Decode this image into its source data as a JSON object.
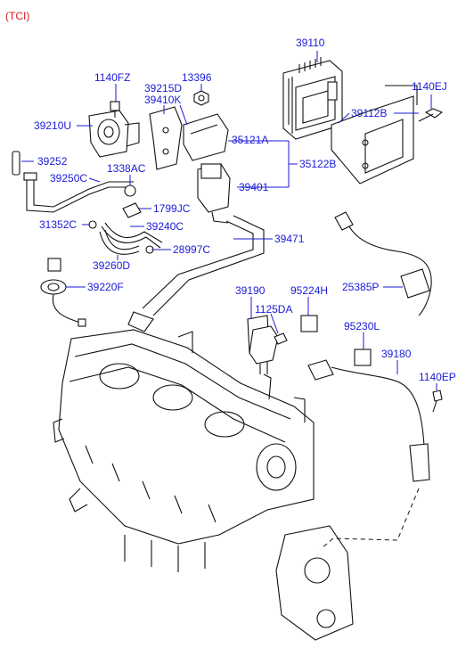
{
  "header": {
    "variant": "(TCI)"
  },
  "labels": {
    "p39110": "39110",
    "p1140FZ": "1140FZ",
    "p13396": "13396",
    "p39215D": "39215D",
    "p39410K": "39410K",
    "p1140EJ": "1140EJ",
    "p39210U": "39210U",
    "p39112B": "39112B",
    "p35121A": "35121A",
    "p39252": "39252",
    "p1338AC": "1338AC",
    "p35122B": "35122B",
    "p39250C": "39250C",
    "p39401": "39401",
    "p1799JC": "1799JC",
    "p31352C": "31352C",
    "p39240C": "39240C",
    "p39471": "39471",
    "p28997C": "28997C",
    "p39260D": "39260D",
    "p39220F": "39220F",
    "p25385P": "25385P",
    "p39190": "39190",
    "p95224H": "95224H",
    "p1125DA": "1125DA",
    "p95230L": "95230L",
    "p39180": "39180",
    "p1140EP": "1140EP"
  }
}
